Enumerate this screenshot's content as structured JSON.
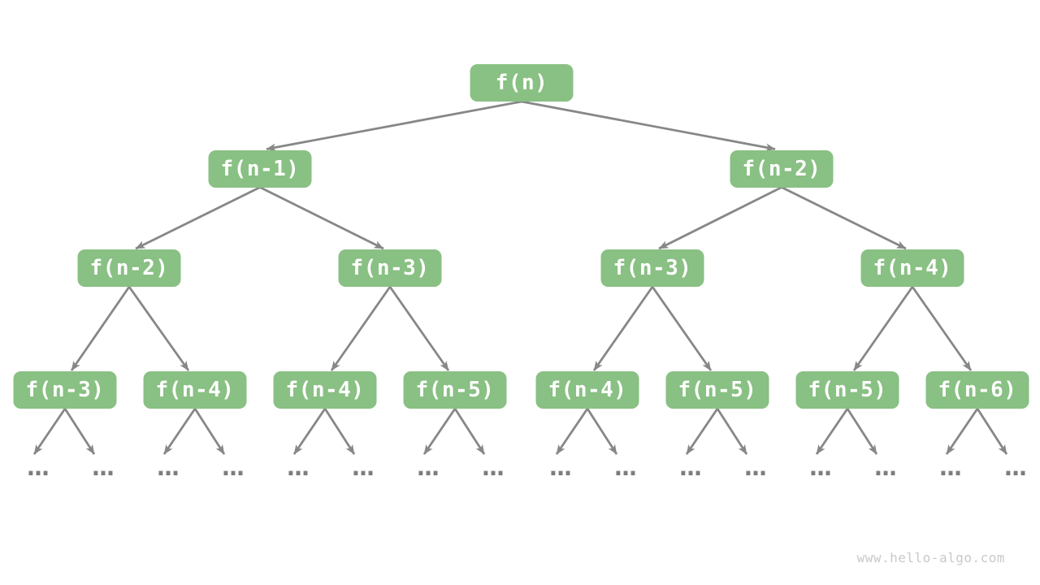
{
  "tree": {
    "levels": [
      {
        "labels": [
          "f(n)"
        ]
      },
      {
        "labels": [
          "f(n-1)",
          "f(n-2)"
        ]
      },
      {
        "labels": [
          "f(n-2)",
          "f(n-3)",
          "f(n-3)",
          "f(n-4)"
        ]
      },
      {
        "labels": [
          "f(n-3)",
          "f(n-4)",
          "f(n-4)",
          "f(n-5)",
          "f(n-4)",
          "f(n-5)",
          "f(n-5)",
          "f(n-6)"
        ]
      }
    ],
    "leaf_ellipsis": "..."
  },
  "watermark": "www.hello-algo.com",
  "colors": {
    "background": "#ffffff",
    "node_fill": "#89c083",
    "node_text": "#ffffff",
    "arrow": "#878787",
    "ellipsis": "#7d7d7d",
    "watermark": "#c9c9c9"
  }
}
